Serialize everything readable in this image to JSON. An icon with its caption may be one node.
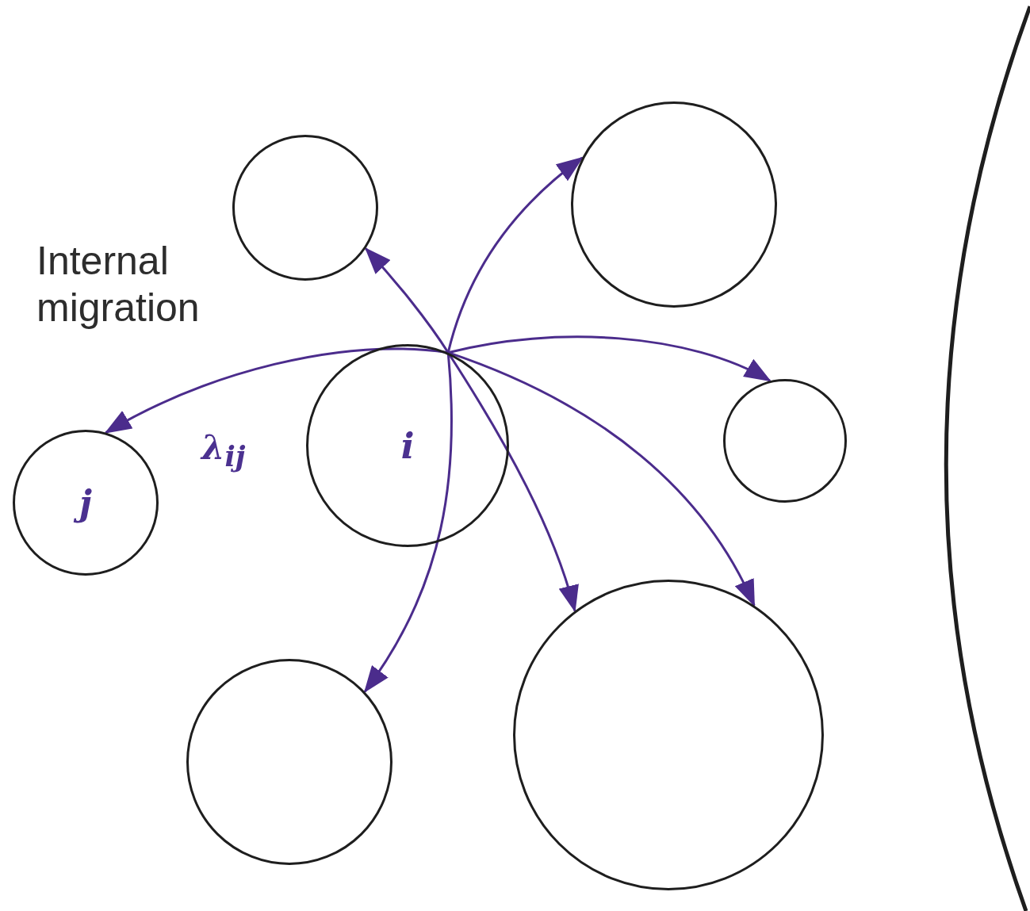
{
  "diagram": {
    "nodes": [
      {
        "text": [],
        "shape": "circle"
      },
      {
        "text": [],
        "shape": "circle"
      },
      {
        "text": [
          "i"
        ]
      },
      {
        "text": [],
        "shape": "circle"
      },
      {
        "text": [
          "j"
        ]
      },
      {
        "text": [],
        "shape": "circle"
      },
      {
        "text": [],
        "shape": "circle"
      }
    ],
    "edges": [
      {
        "from": 2,
        "to": 4,
        "arrow": "to",
        "label": "λ$_{ij}$"
      },
      {
        "from": 2,
        "to": 0,
        "arrow": "to"
      },
      {
        "from": 2,
        "to": 1,
        "arrow": "to"
      },
      {
        "from": 2,
        "to": 3,
        "arrow": "to"
      },
      {
        "from": 2,
        "to": 5,
        "arrow": "to"
      },
      {
        "from": 2,
        "to": 6,
        "arrow": "to"
      },
      {
        "from": 2,
        "to": 6,
        "arrow": "to"
      }
    ],
    "labels": [
      "Internal migration"
    ]
  }
}
